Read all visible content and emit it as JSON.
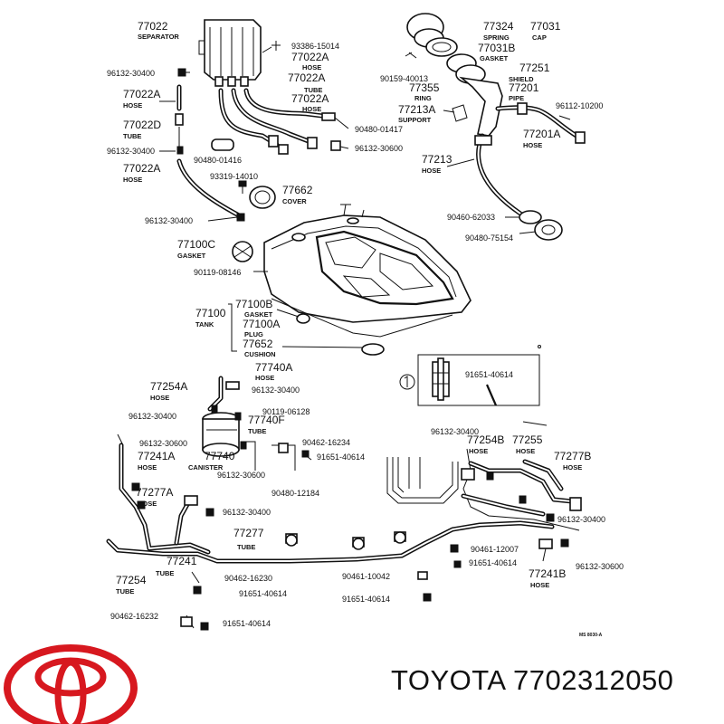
{
  "brand": {
    "name": "TOYOTA",
    "part_number": "7702312050"
  },
  "drawing_code": "MS 8030-A",
  "labels": [
    {
      "id": "l1",
      "code": "77022",
      "name": "SEPARATOR"
    },
    {
      "id": "l2",
      "code": "93386-15014",
      "name": ""
    },
    {
      "id": "l3",
      "code": "77022A",
      "name": "HOSE"
    },
    {
      "id": "l4",
      "code": "96132-30400",
      "name": ""
    },
    {
      "id": "l5",
      "code": "77022A",
      "name": "TUBE"
    },
    {
      "id": "l6",
      "code": "77022A",
      "name": "HOSE"
    },
    {
      "id": "l7",
      "code": "77022A",
      "name": "HOSE"
    },
    {
      "id": "l8",
      "code": "77022D",
      "name": "TUBE"
    },
    {
      "id": "l9",
      "code": "90480-01417",
      "name": ""
    },
    {
      "id": "l10",
      "code": "96132-30400",
      "name": ""
    },
    {
      "id": "l11",
      "code": "90480-01416",
      "name": ""
    },
    {
      "id": "l12",
      "code": "96132-30600",
      "name": ""
    },
    {
      "id": "l13",
      "code": "77022A",
      "name": "HOSE"
    },
    {
      "id": "l14",
      "code": "93319-14010",
      "name": ""
    },
    {
      "id": "l15",
      "code": "77662",
      "name": "COVER"
    },
    {
      "id": "l16",
      "code": "96132-30400",
      "name": ""
    },
    {
      "id": "l17",
      "code": "77100C",
      "name": "GASKET"
    },
    {
      "id": "l18",
      "code": "90119-08146",
      "name": ""
    },
    {
      "id": "l19",
      "code": "77100B",
      "name": "GASKET"
    },
    {
      "id": "l20",
      "code": "77100",
      "name": "TANK"
    },
    {
      "id": "l21",
      "code": "77100A",
      "name": "PLUG"
    },
    {
      "id": "l22",
      "code": "77652",
      "name": "CUSHION"
    },
    {
      "id": "l23",
      "code": "77324",
      "name": "SPRING"
    },
    {
      "id": "l24",
      "code": "77031",
      "name": "CAP"
    },
    {
      "id": "l25",
      "code": "77031B",
      "name": "GASKET"
    },
    {
      "id": "l26",
      "code": "90159-40013",
      "name": ""
    },
    {
      "id": "l27",
      "code": "77251",
      "name": "SHIELD"
    },
    {
      "id": "l28",
      "code": "77355",
      "name": "RING"
    },
    {
      "id": "l29",
      "code": "77201",
      "name": "PIPE"
    },
    {
      "id": "l30",
      "code": "77213A",
      "name": "SUPPORT"
    },
    {
      "id": "l31",
      "code": "96112-10200",
      "name": ""
    },
    {
      "id": "l32",
      "code": "77201A",
      "name": "HOSE"
    },
    {
      "id": "l33",
      "code": "77213",
      "name": "HOSE"
    },
    {
      "id": "l34",
      "code": "90460-62033",
      "name": ""
    },
    {
      "id": "l35",
      "code": "90480-75154",
      "name": ""
    },
    {
      "id": "l36",
      "code": "77740A",
      "name": "HOSE"
    },
    {
      "id": "l37",
      "code": "77254A",
      "name": "HOSE"
    },
    {
      "id": "l38",
      "code": "96132-30400",
      "name": ""
    },
    {
      "id": "l39",
      "code": "96132-30400",
      "name": ""
    },
    {
      "id": "l40",
      "code": "90119-06128",
      "name": ""
    },
    {
      "id": "l41",
      "code": "77740F",
      "name": "TUBE"
    },
    {
      "id": "l42",
      "code": "96132-30600",
      "name": ""
    },
    {
      "id": "l43",
      "code": "90462-16234",
      "name": ""
    },
    {
      "id": "l44",
      "code": "77241A",
      "name": "HOSE"
    },
    {
      "id": "l45",
      "code": "77740",
      "name": "CANISTER"
    },
    {
      "id": "l46",
      "code": "91651-40614",
      "name": ""
    },
    {
      "id": "l47",
      "code": "96132-30600",
      "name": ""
    },
    {
      "id": "l48",
      "code": "90480-12184",
      "name": ""
    },
    {
      "id": "l49",
      "code": "77277A",
      "name": "HOSE"
    },
    {
      "id": "l50",
      "code": "96132-30400",
      "name": ""
    },
    {
      "id": "l51",
      "code": "77277",
      "name": "TUBE"
    },
    {
      "id": "l52",
      "code": "77241",
      "name": "TUBE"
    },
    {
      "id": "l53",
      "code": "77254",
      "name": "TUBE"
    },
    {
      "id": "l54",
      "code": "90462-16230",
      "name": ""
    },
    {
      "id": "l55",
      "code": "91651-40614",
      "name": ""
    },
    {
      "id": "l56",
      "code": "90461-10042",
      "name": ""
    },
    {
      "id": "l57",
      "code": "91651-40614",
      "name": ""
    },
    {
      "id": "l58",
      "code": "90462-16232",
      "name": ""
    },
    {
      "id": "l59",
      "code": "91651-40614",
      "name": ""
    },
    {
      "id": "l60",
      "code": "96132-30400",
      "name": ""
    },
    {
      "id": "l61",
      "code": "77254B",
      "name": "HOSE"
    },
    {
      "id": "l62",
      "code": "77255",
      "name": "HOSE"
    },
    {
      "id": "l63",
      "code": "77277B",
      "name": "HOSE"
    },
    {
      "id": "l64",
      "code": "96132-30400",
      "name": ""
    },
    {
      "id": "l65",
      "code": "90461-12007",
      "name": ""
    },
    {
      "id": "l66",
      "code": "91651-40614",
      "name": ""
    },
    {
      "id": "l67",
      "code": "96132-30600",
      "name": ""
    },
    {
      "id": "l68",
      "code": "77241B",
      "name": "HOSE"
    },
    {
      "id": "l69",
      "code": "91651-40614",
      "name": ""
    }
  ],
  "colors": {
    "logo": "#d7181f",
    "ink": "#111111"
  }
}
